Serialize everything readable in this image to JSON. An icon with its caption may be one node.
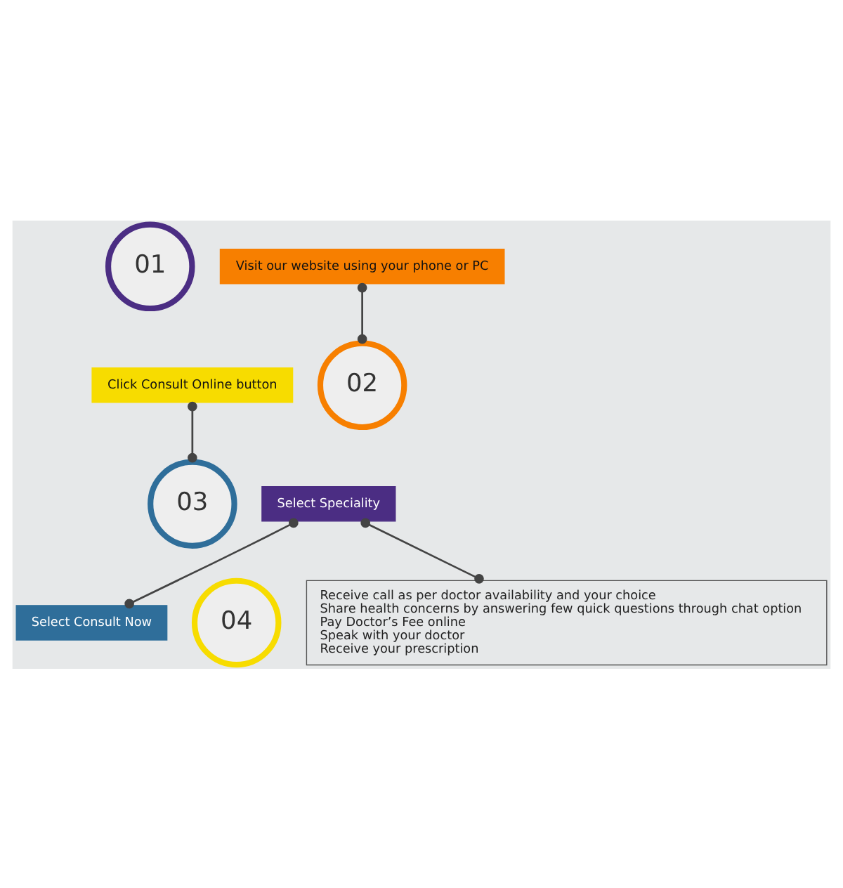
{
  "diagram": {
    "nodes": [
      {
        "text": [
          "01"
        ]
      },
      {
        "text": [
          "Visit our website using your phone or PC"
        ]
      },
      {
        "text": [
          "02"
        ]
      },
      {
        "text": [
          "Click Consult Online button"
        ]
      },
      {
        "text": [
          "03"
        ]
      },
      {
        "text": [
          "Select Speciality"
        ]
      },
      {
        "text": [
          "04"
        ]
      },
      {
        "text": [
          "Select Consult Now"
        ]
      },
      {
        "text": [
          "Receive call as per doctor availability and your choice",
          "Share health concerns by answering few quick questions through chat option",
          "Pay Doctor’s Fee online",
          "Speak with your doctor",
          "Receive your prescription"
        ]
      }
    ],
    "edges": [
      {
        "from": 1,
        "to": 2,
        "arrow": "other"
      },
      {
        "from": 3,
        "to": 4,
        "arrow": "other"
      },
      {
        "from": 5,
        "to": 8,
        "arrow": "other"
      },
      {
        "from": 5,
        "to": 7,
        "arrow": "other"
      }
    ]
  }
}
